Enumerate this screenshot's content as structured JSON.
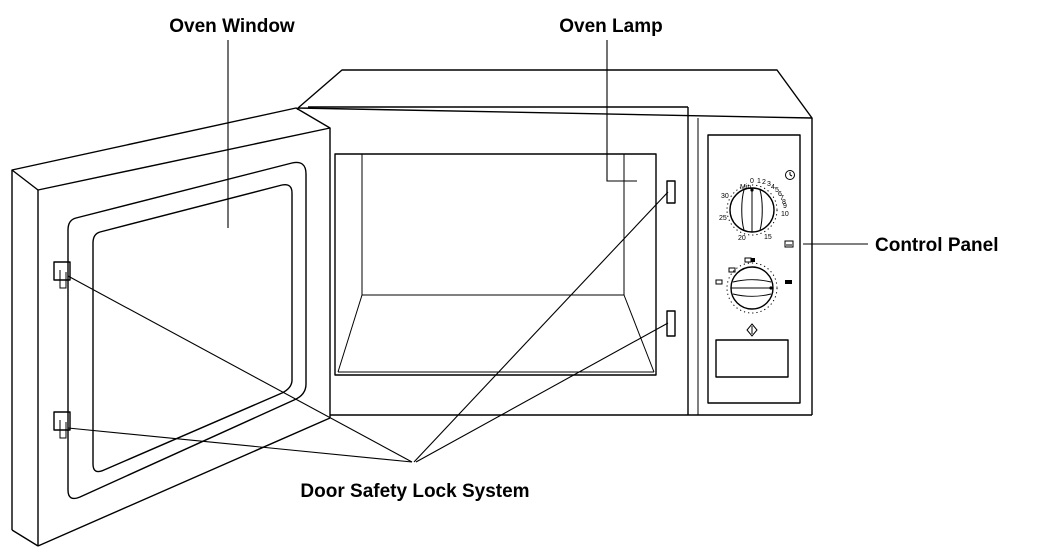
{
  "labels": {
    "oven_window": "Oven Window",
    "oven_lamp": "Oven Lamp",
    "control_panel": "Control Panel",
    "door_safety_lock": "Door Safety Lock System"
  },
  "timer_dial": {
    "unit": "Min",
    "scale": [
      "0",
      "1",
      "2",
      "3",
      "4",
      "5",
      "6",
      "7",
      "8",
      "9",
      "10",
      "15",
      "20",
      "25",
      "30"
    ]
  }
}
